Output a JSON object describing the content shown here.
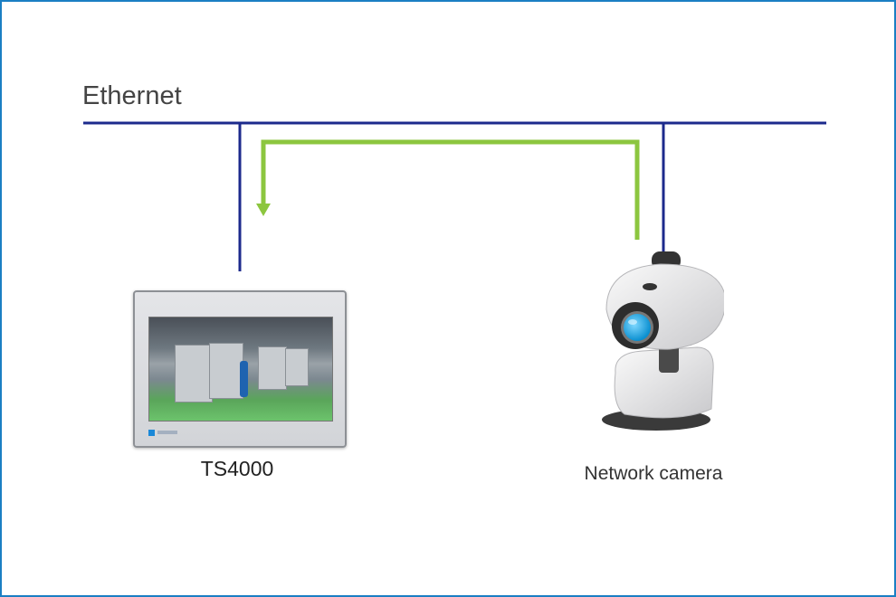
{
  "diagram": {
    "network_label": "Ethernet",
    "devices": [
      {
        "id": "ts4000",
        "label": "TS4000",
        "type": "touch-panel"
      },
      {
        "id": "camera",
        "label": "Network camera",
        "type": "network-camera"
      }
    ],
    "connections": [
      {
        "from": "ts4000",
        "to": "ethernet",
        "color": "#1c2a8c"
      },
      {
        "from": "camera",
        "to": "ethernet",
        "color": "#1c2a8c"
      },
      {
        "from": "camera",
        "to": "ts4000",
        "kind": "video-stream",
        "color": "#8cc63f"
      }
    ],
    "colors": {
      "border": "#1b7fc3",
      "ethernet": "#1c2a8c",
      "stream": "#8cc63f"
    }
  }
}
